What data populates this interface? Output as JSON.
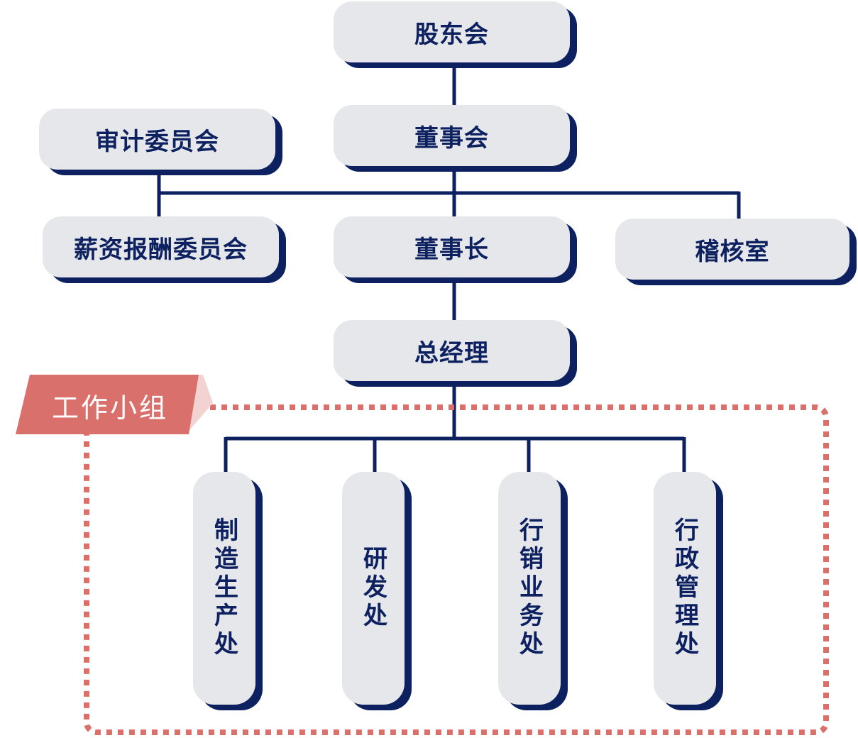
{
  "nodes": {
    "shareholders": "股东会",
    "board": "董事会",
    "audit_committee": "审计委员会",
    "compensation_committee": "薪资报酬委员会",
    "chairman": "董事长",
    "audit_office": "稽核室",
    "general_manager": "总经理"
  },
  "work_group": {
    "label": "工作小组",
    "departments": [
      "制造生产处",
      "研发处",
      "行销业务处",
      "行政管理处"
    ]
  },
  "colors": {
    "box_fill": "#e6e7ea",
    "navy": "#0d2160",
    "tag_red": "#d9706b",
    "dotted_border": "#d9706b"
  }
}
